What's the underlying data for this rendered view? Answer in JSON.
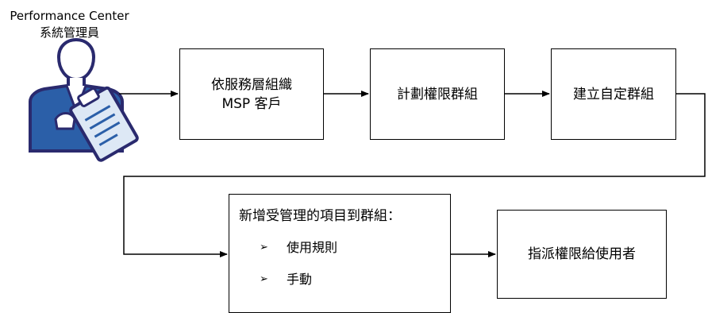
{
  "actor": {
    "line1": "Performance Center",
    "line2": "系統管理員",
    "icon": "admin-clipboard-icon"
  },
  "steps": [
    {
      "line1": "依服務層組織",
      "line2": "MSP  客戶"
    },
    {
      "label": "計劃權限群組"
    },
    {
      "label": "建立自定群組"
    },
    {
      "title": "新增受管理的項目到群組：",
      "bullets": [
        "使用規則",
        "手動"
      ]
    },
    {
      "label": "指派權限給使用者"
    }
  ],
  "colors": {
    "icon_outline": "#2a2a6e",
    "icon_fill": "#2b5fa8",
    "clipboard_fill": "#dde8f5"
  }
}
